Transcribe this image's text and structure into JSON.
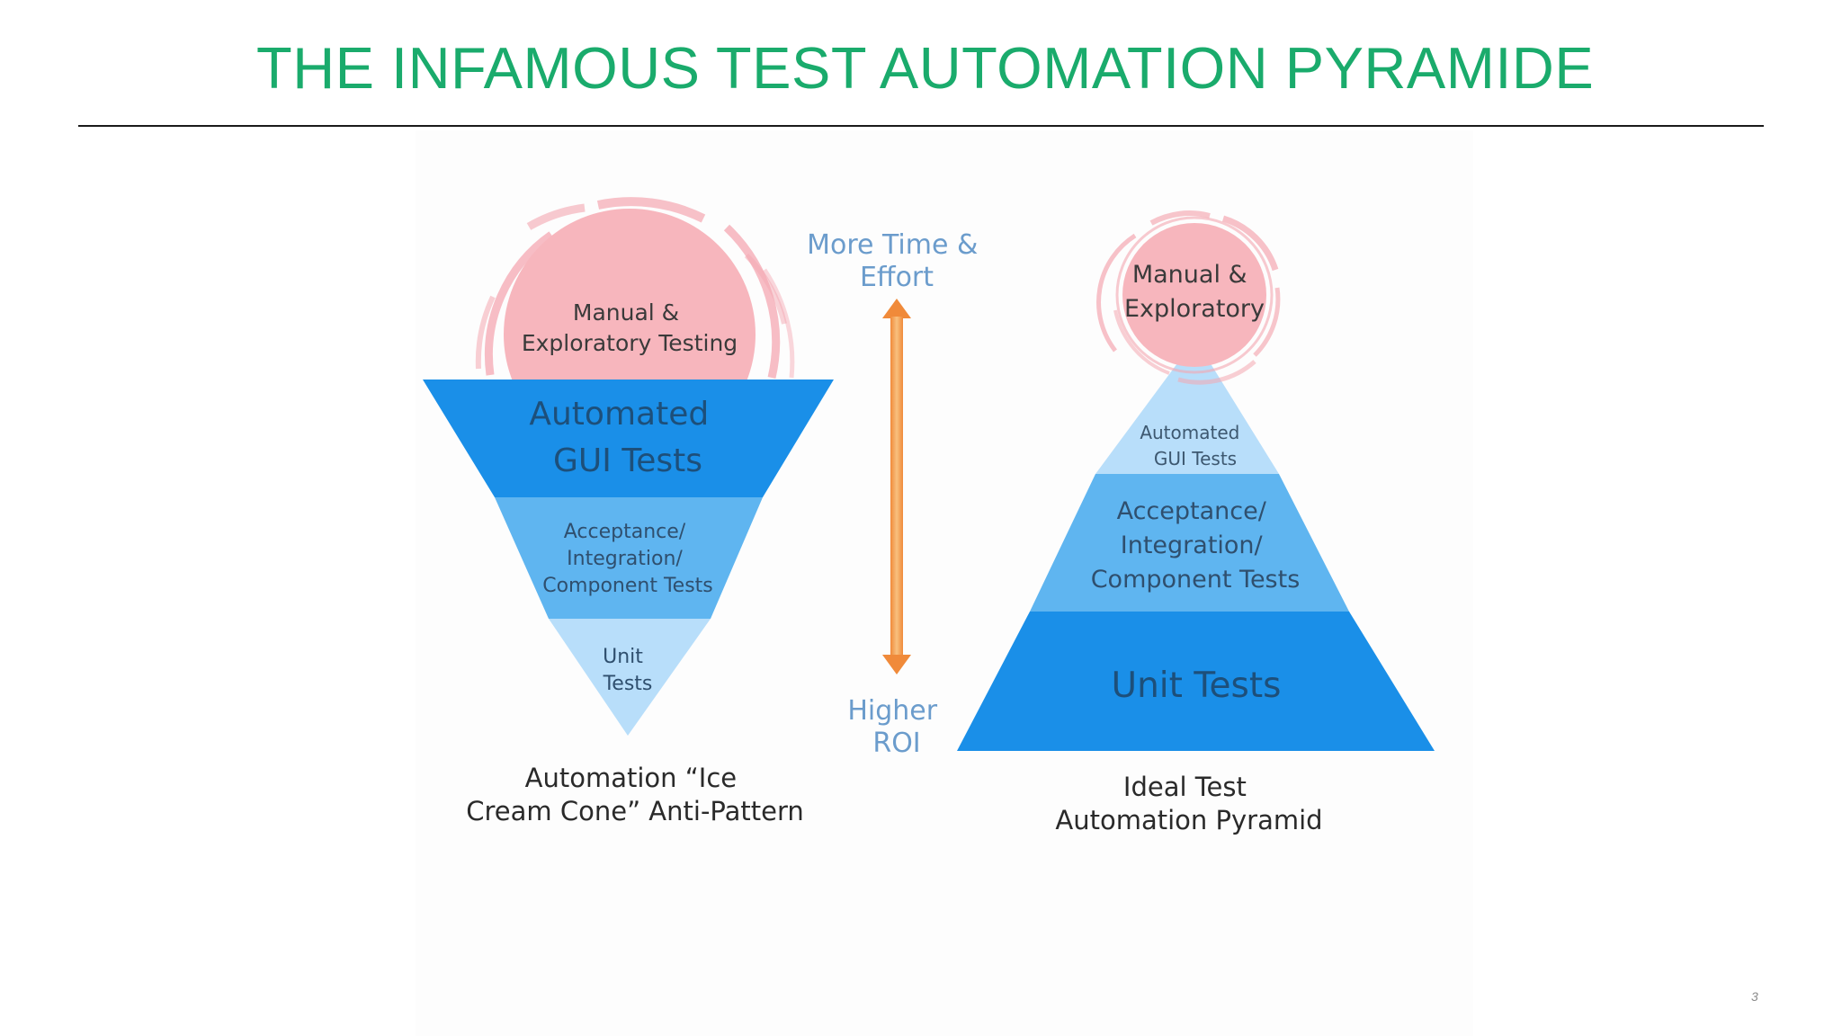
{
  "slide": {
    "title": "THE INFAMOUS TEST AUTOMATION PYRAMIDE",
    "page_number": "3"
  },
  "ice_cream_cone": {
    "top_line1": "Manual &",
    "top_line2": "Exploratory Testing",
    "layer1_line1": "Automated",
    "layer1_line2": "GUI Tests",
    "layer2_line1": "Acceptance/",
    "layer2_line2": "Integration/",
    "layer2_line3": "Component Tests",
    "layer3_line1": "Unit",
    "layer3_line2": "Tests",
    "caption_line1": "Automation “Ice",
    "caption_line2": "Cream Cone” Anti-Pattern"
  },
  "arrow": {
    "top_line1": "More Time &",
    "top_line2": "Effort",
    "bottom_line1": "Higher",
    "bottom_line2": "ROI"
  },
  "ideal_pyramid": {
    "top_line1": "Manual &",
    "top_line2": "Exploratory",
    "layer1_line1": "Automated",
    "layer1_line2": "GUI Tests",
    "layer2_line1": "Acceptance/",
    "layer2_line2": "Integration/",
    "layer2_line3": "Component Tests",
    "layer3_line1": "Unit Tests",
    "caption_line1": "Ideal Test",
    "caption_line2": "Automation Pyramid"
  },
  "colors": {
    "title_green": "#1aab6c",
    "pink_circle": "#f7b6bd",
    "pink_ring": "#f4a7b1",
    "blue_dark": "#1a8fe8",
    "blue_medium": "#5fb5f0",
    "blue_light": "#b8defa",
    "arrow_orange": "#f5a35b",
    "arrow_label": "#6b9ccc"
  }
}
